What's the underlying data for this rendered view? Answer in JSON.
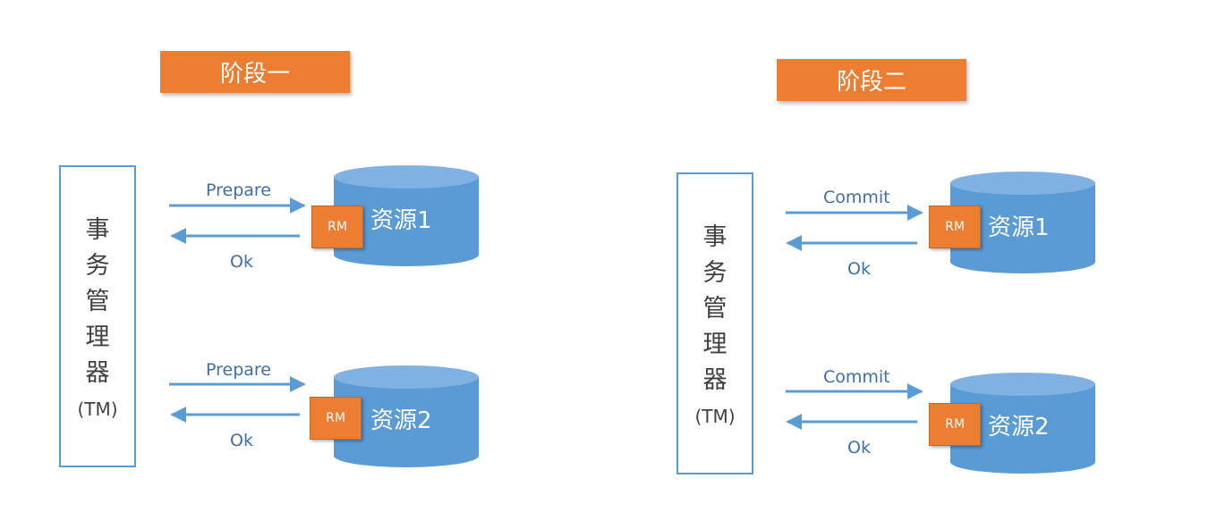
{
  "phase1": {
    "title": "阶段一",
    "tm": {
      "chars": [
        "事",
        "务",
        "管",
        "理",
        "器"
      ],
      "abbr": "(TM)"
    },
    "flows": [
      {
        "request": "Prepare",
        "response": "Ok",
        "rm": "RM",
        "resource": "资源1"
      },
      {
        "request": "Prepare",
        "response": "Ok",
        "rm": "RM",
        "resource": "资源2"
      }
    ]
  },
  "phase2": {
    "title": "阶段二",
    "tm": {
      "chars": [
        "事",
        "务",
        "管",
        "理",
        "器"
      ],
      "abbr": "(TM)"
    },
    "flows": [
      {
        "request": "Commit",
        "response": "Ok",
        "rm": "RM",
        "resource": "资源1"
      },
      {
        "request": "Commit",
        "response": "Ok",
        "rm": "RM",
        "resource": "资源2"
      }
    ]
  },
  "colors": {
    "accent": "#ED7D31",
    "cylinder": "#5B9BD5",
    "arrow": "#5B9BD5",
    "text": "#3F6FA6"
  }
}
